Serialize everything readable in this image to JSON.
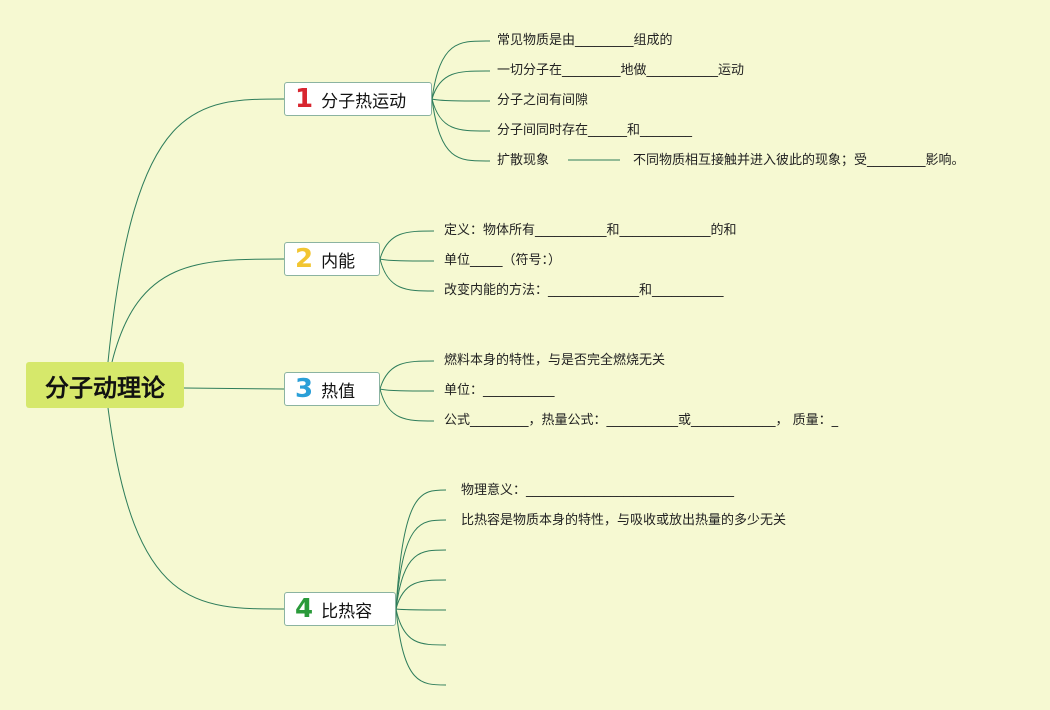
{
  "root": {
    "label": "分子动理论"
  },
  "branches": [
    {
      "number": "1",
      "label": "分子热运动",
      "number_color": "#d8262f",
      "leaves": [
        "常见物质是由_________组成的",
        "一切分子在_________地做___________运动",
        "分子之间有间隙",
        "分子间同时存在______和________",
        "扩散现象"
      ],
      "sub_leaf": "不同物质相互接触并进入彼此的现象；受_________影响。"
    },
    {
      "number": "2",
      "label": "内能",
      "number_color": "#f2c531",
      "leaves": [
        "定义：物体所有___________和______________的和",
        "单位_____（符号：）",
        "改变内能的方法：______________和___________"
      ]
    },
    {
      "number": "3",
      "label": "热值",
      "number_color": "#2a9fd8",
      "leaves": [
        "燃料本身的特性，与是否完全燃烧无关",
        "单位：___________",
        "公式_________，热量公式：___________或_____________， 质量：_"
      ]
    },
    {
      "number": "4",
      "label": "比热容",
      "number_color": "#2a9a3a",
      "leaves": [
        "物理意义：________________________________",
        "比热容是物质本身的特性，与吸收或放出热量的多少无关",
        "",
        "",
        "",
        "",
        ""
      ]
    }
  ],
  "colors": {
    "background": "#f6f9d2",
    "root_fill": "#d6e86b",
    "link": "#2e7d5b"
  }
}
